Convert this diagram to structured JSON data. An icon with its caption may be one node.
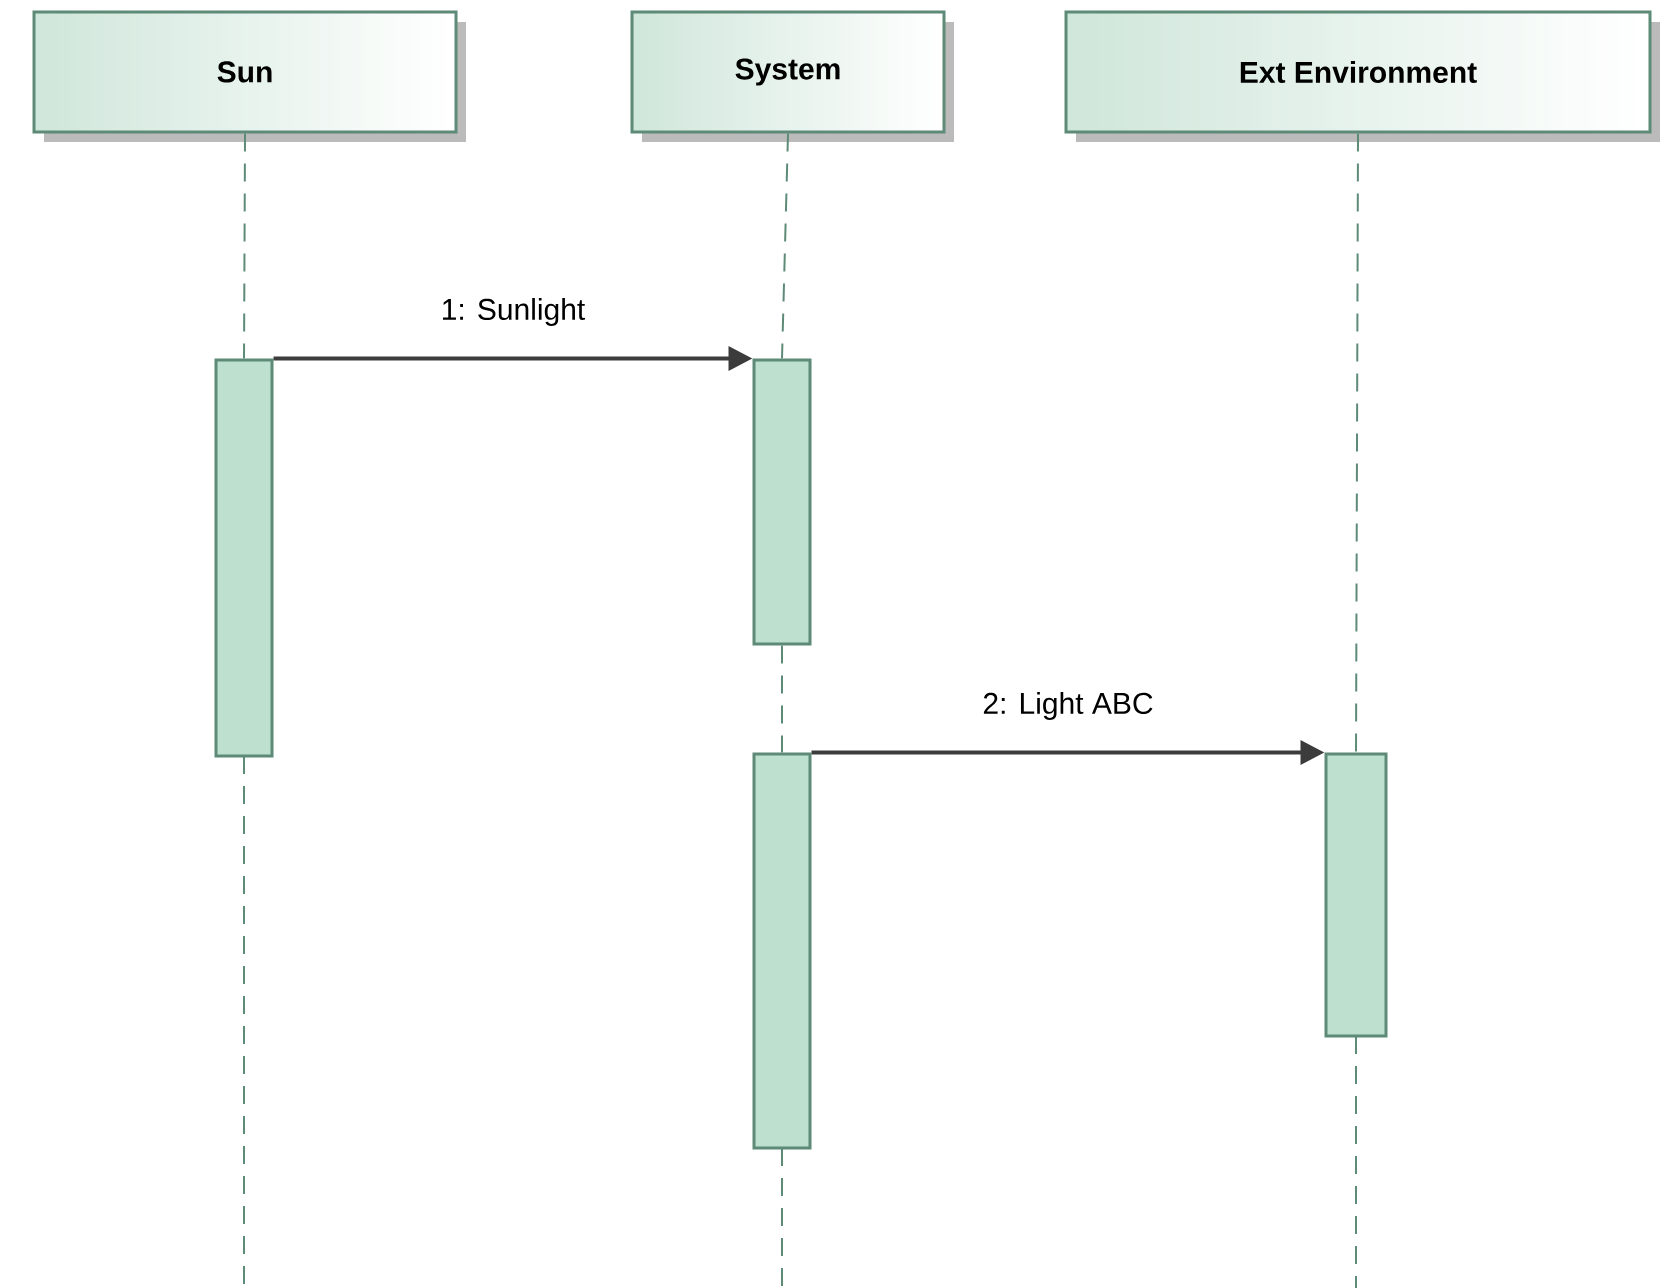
{
  "diagram": {
    "nodes": [
      {
        "text": [
          "Sun"
        ]
      },
      {
        "text": [
          "System"
        ]
      },
      {
        "text": [
          "Ext Environment"
        ]
      },
      {
        "text": [],
        "shape": "bar"
      },
      {
        "text": [],
        "shape": "bar"
      },
      {
        "text": [],
        "shape": "bar"
      },
      {
        "text": [],
        "shape": "bar"
      }
    ],
    "edges": [
      {
        "from": 3,
        "to": 4,
        "arrow": "to",
        "label": "1: Sunlight"
      },
      {
        "from": 5,
        "to": 6,
        "arrow": "to",
        "label": "2: Light ABC"
      },
      {
        "from": 0,
        "to": 3,
        "arrow": "none",
        "style": "dashed"
      },
      {
        "from": 1,
        "to": 4,
        "arrow": "none",
        "style": "dashed"
      },
      {
        "from": 4,
        "to": 5,
        "arrow": "none",
        "style": "dashed"
      },
      {
        "from": 2,
        "to": 6,
        "arrow": "none",
        "style": "dashed"
      }
    ]
  }
}
